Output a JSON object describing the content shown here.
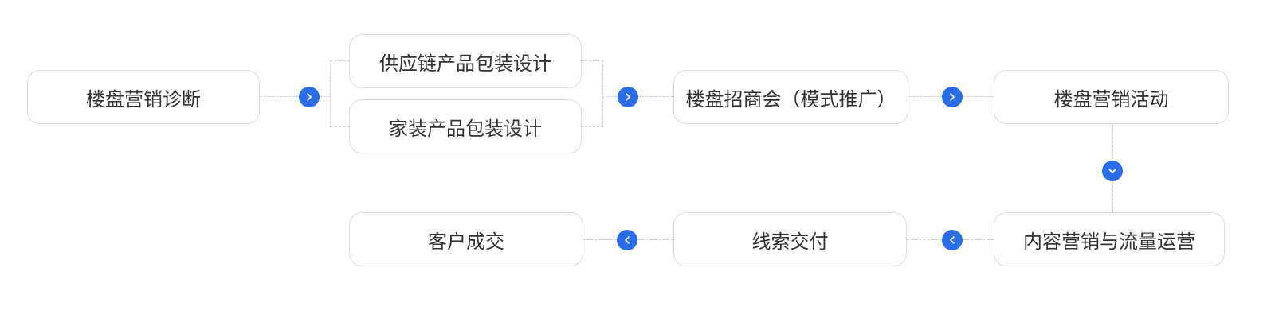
{
  "diagram": {
    "type": "flowchart",
    "nodes": [
      {
        "id": "property-marketing-diagnosis",
        "label": "楼盘营销诊断"
      },
      {
        "id": "supply-chain-product-packaging",
        "label": "供应链产品包装设计"
      },
      {
        "id": "home-decoration-product-packaging",
        "label": "家装产品包装设计"
      },
      {
        "id": "property-investment-fair",
        "label": "楼盘招商会（模式推广）"
      },
      {
        "id": "property-marketing-campaign",
        "label": "楼盘营销活动"
      },
      {
        "id": "content-marketing-traffic-operation",
        "label": "内容营销与流量运营"
      },
      {
        "id": "lead-delivery",
        "label": "线索交付"
      },
      {
        "id": "customer-deal",
        "label": "客户成交"
      }
    ],
    "arrows": [
      {
        "icon": "chevron-right",
        "from": "property-marketing-diagnosis",
        "to": "packaging-group"
      },
      {
        "icon": "chevron-right",
        "from": "packaging-group",
        "to": "property-investment-fair"
      },
      {
        "icon": "chevron-right",
        "from": "property-investment-fair",
        "to": "property-marketing-campaign"
      },
      {
        "icon": "chevron-down",
        "from": "property-marketing-campaign",
        "to": "content-marketing-traffic-operation"
      },
      {
        "icon": "chevron-left",
        "from": "content-marketing-traffic-operation",
        "to": "lead-delivery"
      },
      {
        "icon": "chevron-left",
        "from": "lead-delivery",
        "to": "customer-deal"
      }
    ],
    "colors": {
      "accent": "#2b6de9",
      "node_border": "#dadce0",
      "connector": "#c9cbd1",
      "text": "#333333",
      "background": "#ffffff"
    }
  }
}
